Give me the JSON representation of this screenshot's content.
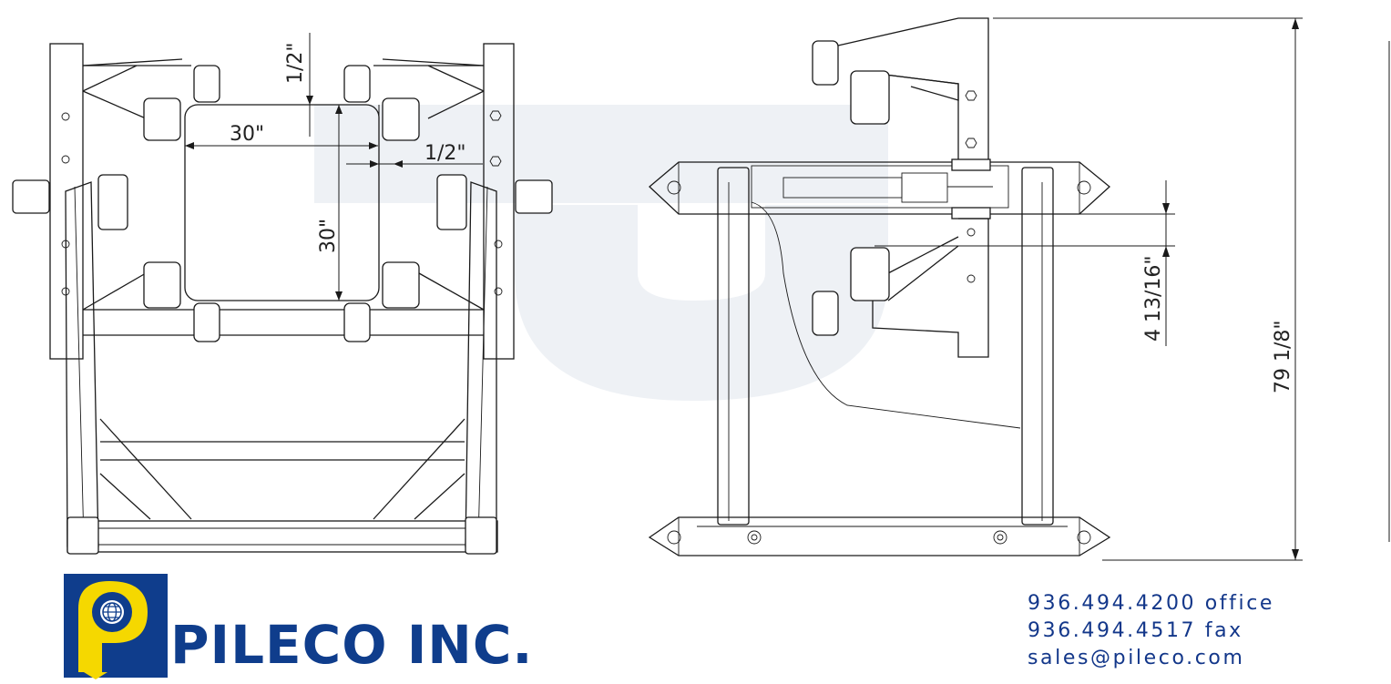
{
  "company": {
    "name": "PILECO INC.",
    "phone_office": "936.494.4200 office",
    "phone_fax": "936.494.4517 fax",
    "email": "sales@pileco.com",
    "brand_colors": {
      "navy": "#0f3d8c",
      "yellow": "#f5d800",
      "watermark": "#eef1f5"
    }
  },
  "dimensions": {
    "top_gap": "1/2\"",
    "width": "30\"",
    "side_gap": "1/2\"",
    "height": "30\"",
    "offset": "4 13/16\"",
    "overall_height": "79 1/8\""
  },
  "icons": [
    "globe-icon",
    "hex-bolt-icon"
  ]
}
